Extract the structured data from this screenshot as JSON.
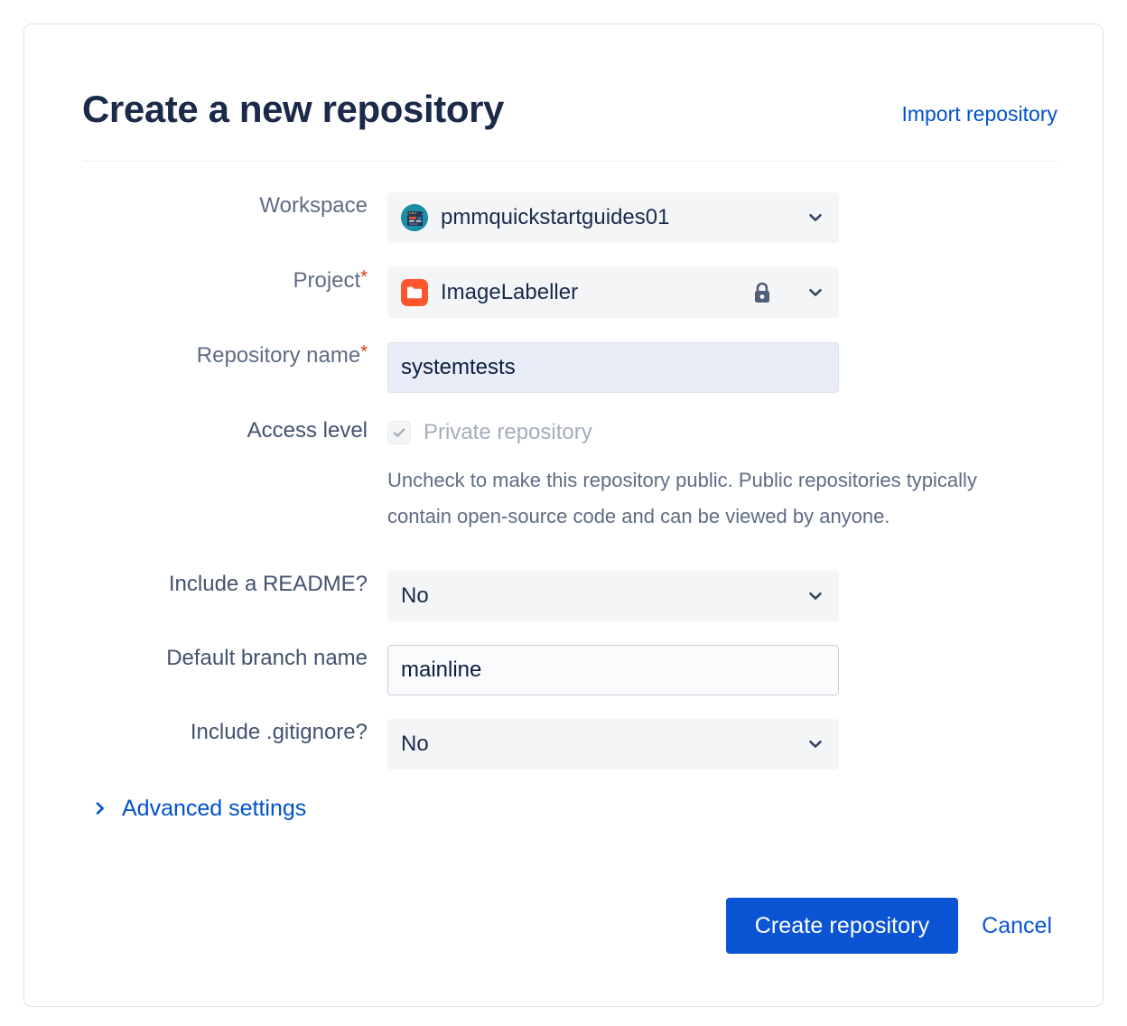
{
  "header": {
    "title": "Create a new repository",
    "import_link": "Import repository"
  },
  "form": {
    "workspace": {
      "label": "Workspace",
      "value": "pmmquickstartguides01",
      "avatar_icon": "workspace-avatar-icon",
      "chevron_icon": "chevron-down-icon"
    },
    "project": {
      "label": "Project",
      "required_marker": "*",
      "value": "ImageLabeller",
      "project_icon": "folder-icon",
      "lock_icon": "lock-icon",
      "chevron_icon": "chevron-down-icon"
    },
    "repository_name": {
      "label": "Repository name",
      "required_marker": "*",
      "value": "systemtests",
      "placeholder": ""
    },
    "access_level": {
      "label": "Access level",
      "checkbox_label": "Private repository",
      "checked": true,
      "disabled": true,
      "check_icon": "check-icon",
      "help_text": "Uncheck to make this repository public. Public repositories typically contain open-source code and can be viewed by anyone."
    },
    "include_readme": {
      "label": "Include a README?",
      "value": "No",
      "chevron_icon": "chevron-down-icon"
    },
    "default_branch": {
      "label": "Default branch name",
      "value": "mainline",
      "placeholder": ""
    },
    "include_gitignore": {
      "label": "Include .gitignore?",
      "value": "No",
      "chevron_icon": "chevron-down-icon"
    },
    "advanced_settings": {
      "label": "Advanced settings",
      "chevron_icon": "chevron-right-icon",
      "expanded": false
    }
  },
  "actions": {
    "create_label": "Create repository",
    "cancel_label": "Cancel"
  },
  "colors": {
    "primary_button": "#0B55D4",
    "link": "#0052CC",
    "title": "#1B2A49",
    "label": "#5E6C84",
    "required": "#DE350B",
    "field_bg": "#F4F5F7",
    "repo_name_bg": "#E9EDF7",
    "project_icon_bg": "#FF5630",
    "workspace_avatar_bg": "#1B8EA5",
    "card_border": "#DFE1E6"
  }
}
